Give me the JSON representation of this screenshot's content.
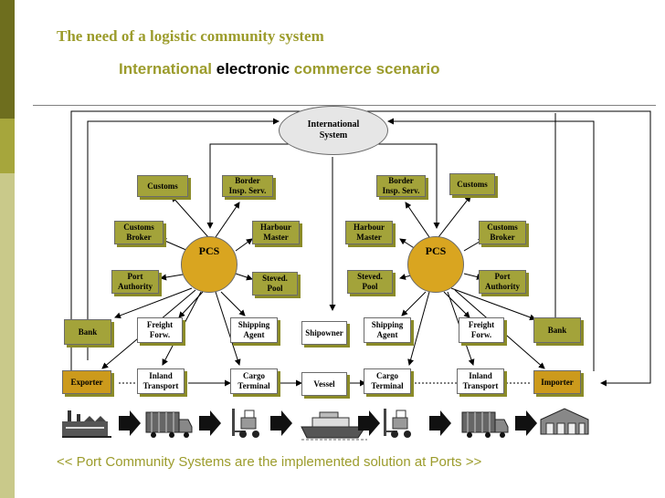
{
  "slide": {
    "title": "The need of a logistic community system",
    "subtitle": {
      "part1": "International",
      "part2": "electronic",
      "part3": "commerce scenario"
    },
    "footer": "<< Port Community Systems are the implemented solution at Ports >>"
  },
  "center": {
    "label_line1": "International",
    "label_line2": "System"
  },
  "left_pcs": {
    "label": "PCS",
    "nodes": {
      "customs": [
        "Customs"
      ],
      "border": [
        "Border",
        "Insp. Serv."
      ],
      "customs_broker": [
        "Customs",
        "Broker"
      ],
      "harbour_master": [
        "Harbour",
        "Master"
      ],
      "port_authority": [
        "Port",
        "Authority"
      ],
      "stevedoring_pool": [
        "Steved.",
        "Pool"
      ]
    }
  },
  "right_pcs": {
    "label": "PCS",
    "nodes": {
      "border": [
        "Border",
        "Insp. Serv."
      ],
      "customs": [
        "Customs"
      ],
      "harbour_master": [
        "Harbour",
        "Master"
      ],
      "customs_broker": [
        "Customs",
        "Broker"
      ],
      "stevedoring_pool": [
        "Steved.",
        "Pool"
      ],
      "port_authority": [
        "Port",
        "Authority"
      ]
    }
  },
  "row_agents": {
    "bank_left": "Bank",
    "freight_left": [
      "Freight",
      "Forw."
    ],
    "shipping_left": [
      "Shipping",
      "Agent"
    ],
    "shipowner": "Shipowner",
    "shipping_right": [
      "Shipping",
      "Agent"
    ],
    "freight_right": [
      "Freight",
      "Forw."
    ],
    "bank_right": "Bank"
  },
  "row_chain": {
    "exporter": "Exporter",
    "inland_left": [
      "Inland",
      "Transport"
    ],
    "cargo_left": [
      "Cargo",
      "Terminal"
    ],
    "vessel": "Vessel",
    "cargo_right": [
      "Cargo",
      "Terminal"
    ],
    "inland_right": [
      "Inland",
      "Transport"
    ],
    "importer": "Importer"
  },
  "colors": {
    "olive": "#9c9c2c",
    "shadow": "#8b8b28",
    "pcs_fill": "#d9a520",
    "green_box": "#a3a33a",
    "orange_box": "#cc9a1c"
  },
  "icons": [
    "factory-icon",
    "truck-icon",
    "forklift-icon",
    "ship-icon",
    "forklift-icon",
    "truck-icon",
    "warehouse-icon"
  ]
}
